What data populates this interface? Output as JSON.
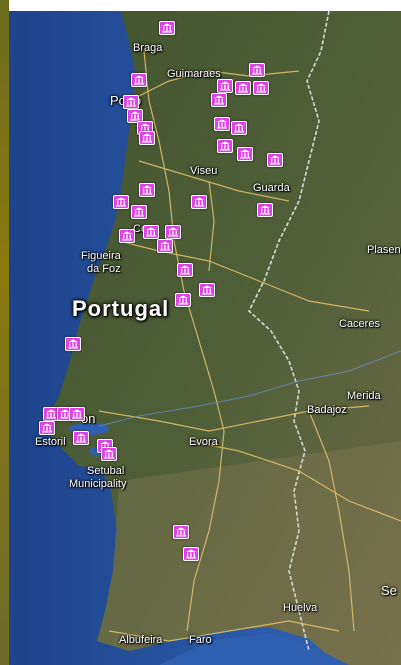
{
  "map": {
    "colors": {
      "ocean": "#2f5fb0",
      "ocean_deep": "#21498f",
      "land": "#4b5a34",
      "land_dry": "#8a7d58",
      "road": "#e6c46a",
      "border": "#d9d9d9",
      "marker": "#e040e8"
    },
    "country_label": "Portugal",
    "places": [
      {
        "name": "Braga"
      },
      {
        "name": "Guimaraes"
      },
      {
        "name": "Porto"
      },
      {
        "name": "Viseu"
      },
      {
        "name": "Guarda"
      },
      {
        "name": "Figueira"
      },
      {
        "name": "da Foz"
      },
      {
        "name": "Plasen"
      },
      {
        "name": "Caceres"
      },
      {
        "name": "Merida"
      },
      {
        "name": "Badajoz"
      },
      {
        "name": "Evora"
      },
      {
        "name": "Estoril"
      },
      {
        "name": "on"
      },
      {
        "name": "Setubal"
      },
      {
        "name": "Municipality"
      },
      {
        "name": "Huelva"
      },
      {
        "name": "Albufeira"
      },
      {
        "name": "Faro"
      },
      {
        "name": "Se"
      },
      {
        "name": "Co"
      }
    ],
    "marker_icon": "museum-icon"
  }
}
